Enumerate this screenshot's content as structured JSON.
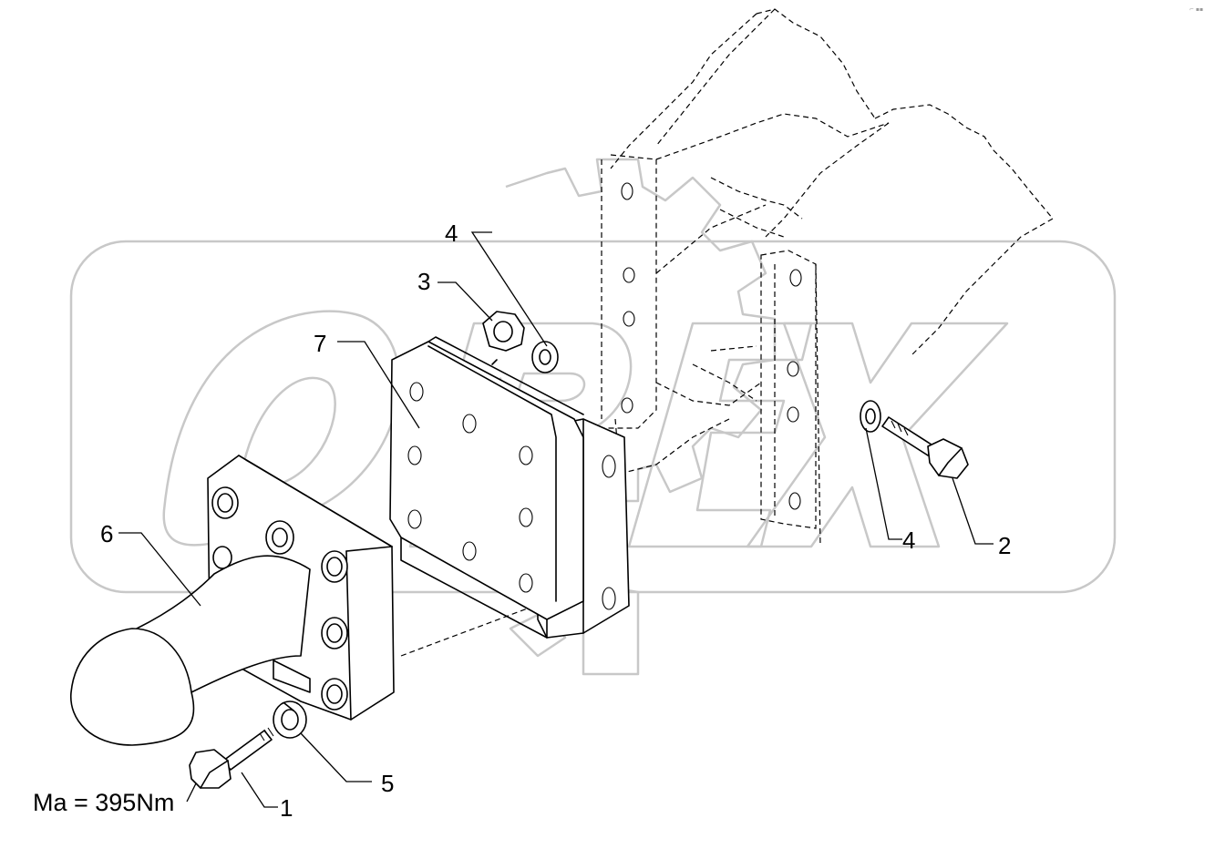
{
  "torque": "Ma = 395Nm",
  "callouts": {
    "c1": "1",
    "c2": "2",
    "c3": "3",
    "c4a": "4",
    "c4b": "4",
    "c5": "5",
    "c6": "6",
    "c7": "7"
  },
  "watermark": "OPEX"
}
